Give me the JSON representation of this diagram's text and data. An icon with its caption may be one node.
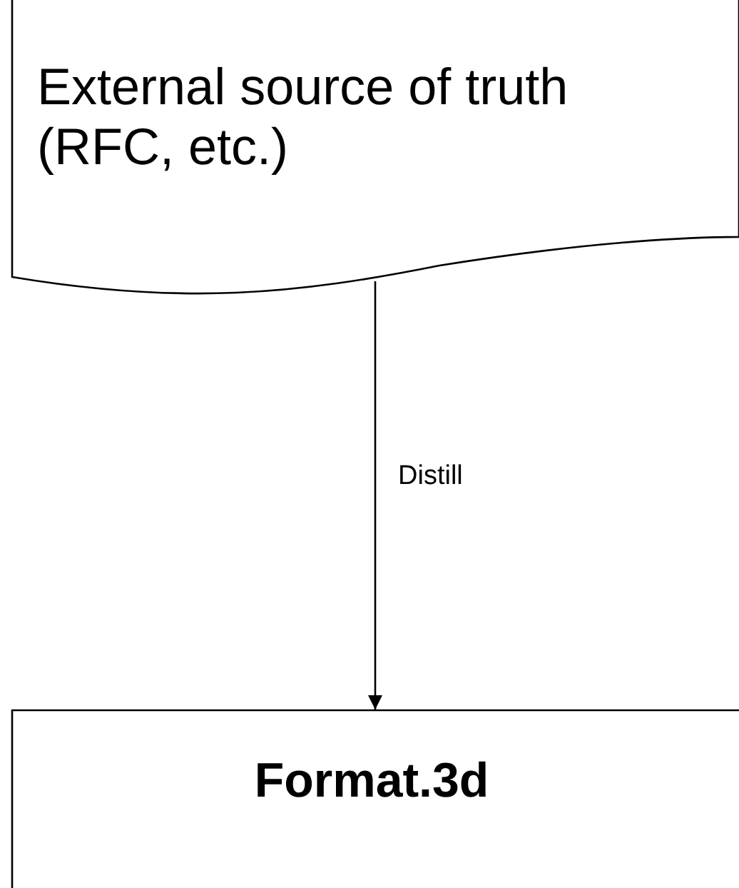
{
  "diagram": {
    "nodes": [
      {
        "text": [
          "External source of truth (RFC, etc.)"
        ]
      },
      {
        "text": [
          "Format.3d"
        ]
      }
    ],
    "edges": [
      {
        "from": 0,
        "to": 1,
        "arrow": "to",
        "label": "Distill"
      }
    ]
  }
}
